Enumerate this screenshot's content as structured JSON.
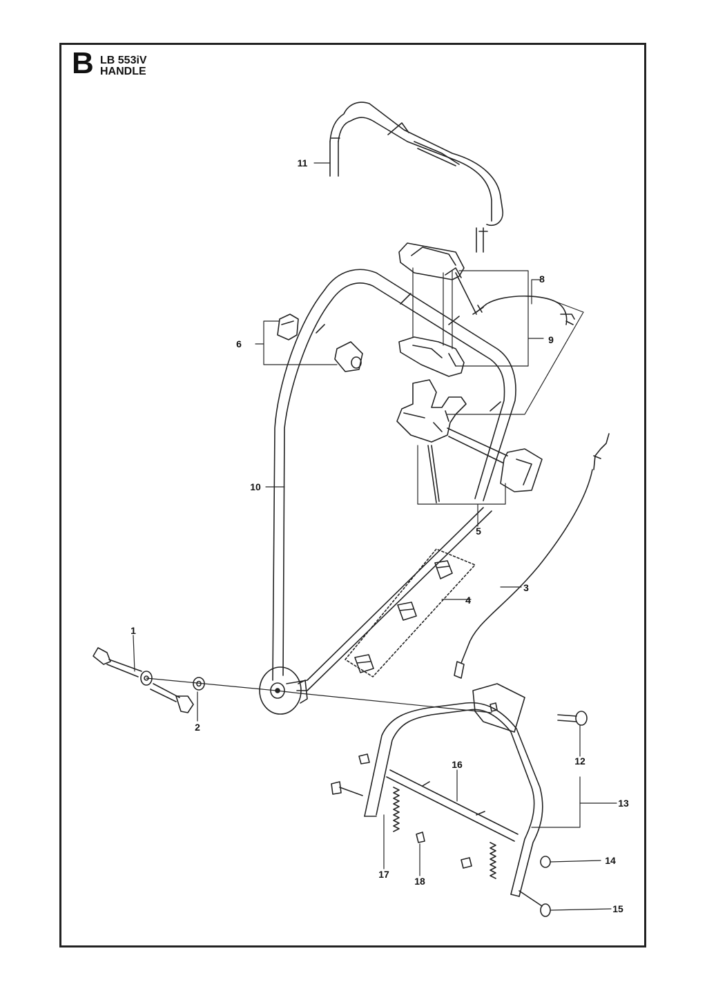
{
  "header": {
    "section_letter": "B",
    "model": "LB 553iV",
    "title": "HANDLE"
  },
  "callouts": [
    {
      "id": "1",
      "label": "1"
    },
    {
      "id": "2",
      "label": "2"
    },
    {
      "id": "3",
      "label": "3"
    },
    {
      "id": "4",
      "label": "4"
    },
    {
      "id": "5",
      "label": "5"
    },
    {
      "id": "6",
      "label": "6"
    },
    {
      "id": "8",
      "label": "8"
    },
    {
      "id": "9",
      "label": "9"
    },
    {
      "id": "10",
      "label": "10"
    },
    {
      "id": "11",
      "label": "11"
    },
    {
      "id": "12",
      "label": "12"
    },
    {
      "id": "13",
      "label": "13"
    },
    {
      "id": "14",
      "label": "14"
    },
    {
      "id": "15",
      "label": "15"
    },
    {
      "id": "16",
      "label": "16"
    },
    {
      "id": "17",
      "label": "17"
    },
    {
      "id": "18",
      "label": "18"
    }
  ]
}
